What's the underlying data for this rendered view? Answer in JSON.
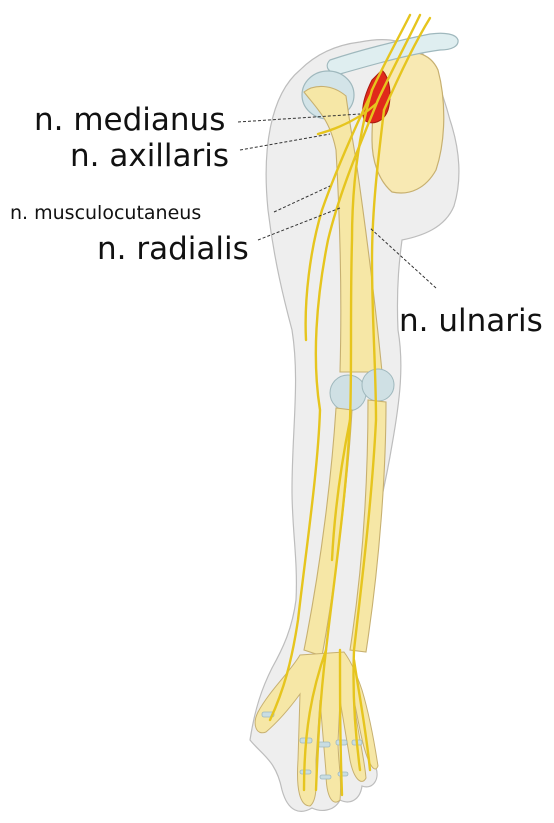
{
  "labels": {
    "medianus": "n. medianus",
    "axillaris": "n. axillaris",
    "musculocutaneus": "n. musculocutaneus",
    "radialis": "n. radialis",
    "ulnaris": "n. ulnaris"
  },
  "colors": {
    "nerve": "#e6c51e",
    "bone": "#f6e7a6",
    "skin": "#eeeeee",
    "scapula": "#f8e9b3",
    "cartilage": "#c9dde2",
    "artery": "#e0291b",
    "leader": "#333333"
  }
}
